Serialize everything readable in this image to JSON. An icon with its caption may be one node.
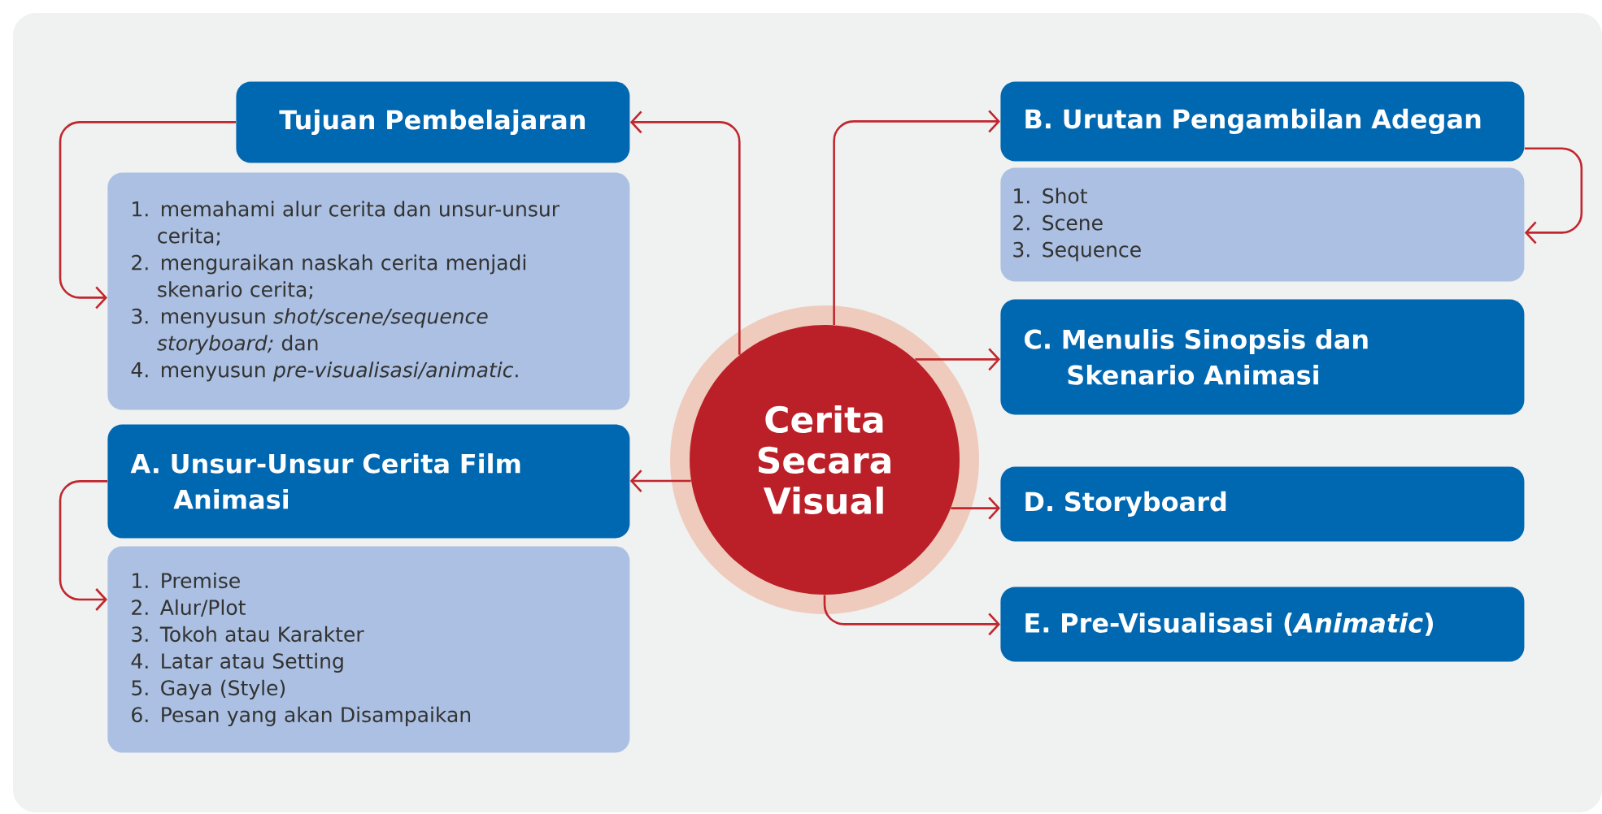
{
  "diagram": {
    "nodes": [
      {
        "text": [
          "Cerita Secara Visual"
        ]
      },
      {
        "text": [
          "Tujuan Pembelajaran"
        ]
      },
      {
        "text": [
          "1. memahami alur cerita dan unsur-unsur cerita;",
          "2. menguraikan naskah cerita menjadi skenario cerita;",
          "3. menyusun *shot/scene/sequence storyboard;* dan",
          "4. menyusun *pre-visualisasi/animatic*."
        ]
      },
      {
        "text": [
          "A. Unsur-Unsur Cerita Film Animasi"
        ]
      },
      {
        "text": [
          "1. Premise",
          "2. Alur/Plot",
          "3. Tokoh atau Karakter",
          "4. Latar atau Setting",
          "5. Gaya (Style)",
          "6. Pesan yang akan Disampaikan"
        ]
      },
      {
        "text": [
          "B. Urutan Pengambilan Adegan"
        ]
      },
      {
        "text": [
          "1. Shot",
          "2. Scene",
          "3. Sequence"
        ]
      },
      {
        "text": [
          "C. Menulis Sinopsis dan Skenario Animasi"
        ]
      },
      {
        "text": [
          "D. Storyboard"
        ]
      },
      {
        "text": [
          "E. Pre-Visualisasi (*Animatic*)"
        ]
      }
    ],
    "edges": [
      {
        "from": 0,
        "to": 1,
        "arrow": "to"
      },
      {
        "from": 1,
        "to": 2,
        "arrow": "to"
      },
      {
        "from": 0,
        "to": 3,
        "arrow": "to"
      },
      {
        "from": 3,
        "to": 4,
        "arrow": "to"
      },
      {
        "from": 0,
        "to": 5,
        "arrow": "to"
      },
      {
        "from": 5,
        "to": 6,
        "arrow": "to"
      },
      {
        "from": 0,
        "to": 7,
        "arrow": "to"
      },
      {
        "from": 0,
        "to": 8,
        "arrow": "to"
      },
      {
        "from": 0,
        "to": 9,
        "arrow": "to"
      }
    ]
  }
}
